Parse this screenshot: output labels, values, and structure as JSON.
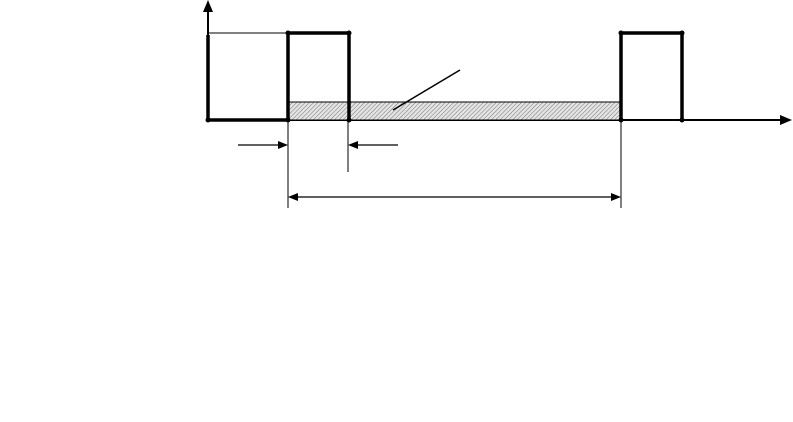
{
  "diagram": {
    "type": "pulse-timing-diagram",
    "labels": [],
    "colors": {
      "line": "#000000",
      "hatch_fill": "#d8d8d8",
      "background": "#ffffff"
    },
    "elements": [
      "y-axis-arrow",
      "x-axis-arrow",
      "pulse-waveform",
      "hatched-bar",
      "leader-line",
      "pulse-width-dimension-arrows",
      "period-dimension-arrow"
    ]
  }
}
